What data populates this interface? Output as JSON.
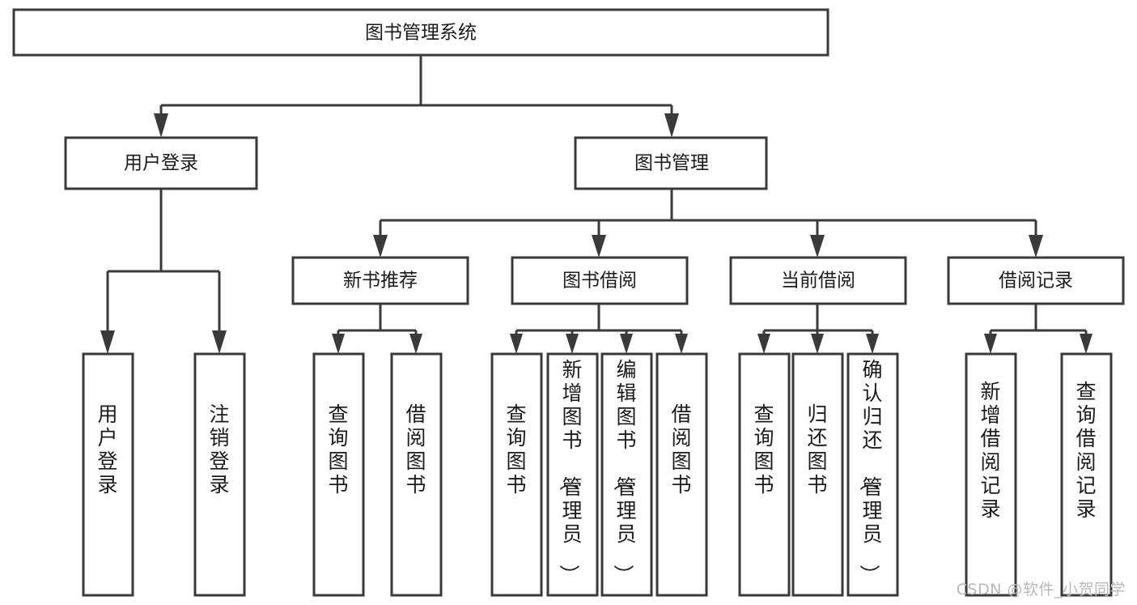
{
  "diagram": {
    "title": "图书管理系统",
    "type": "tree-hierarchy-chart",
    "watermark": "CSDN @软件_小贺同学",
    "root": {
      "id": "root",
      "label": "图书管理系统"
    },
    "level2": [
      {
        "id": "user-login",
        "label": "用户登录"
      },
      {
        "id": "book-management",
        "label": "图书管理"
      }
    ],
    "level3": [
      {
        "id": "new-book-recommend",
        "label": "新书推荐",
        "parent": "book-management"
      },
      {
        "id": "book-borrow",
        "label": "图书借阅",
        "parent": "book-management"
      },
      {
        "id": "current-borrow",
        "label": "当前借阅",
        "parent": "book-management"
      },
      {
        "id": "borrow-record",
        "label": "借阅记录",
        "parent": "book-management"
      }
    ],
    "leaves": [
      {
        "id": "leaf-user-login",
        "label": "用户登录",
        "parent": "user-login"
      },
      {
        "id": "leaf-logout-login",
        "label": "注销登录",
        "parent": "user-login"
      },
      {
        "id": "leaf-query-book-1",
        "label": "查询图书",
        "parent": "new-book-recommend"
      },
      {
        "id": "leaf-borrow-book-1",
        "label": "借阅图书",
        "parent": "new-book-recommend"
      },
      {
        "id": "leaf-query-book-2",
        "label": "查询图书",
        "parent": "book-borrow"
      },
      {
        "id": "leaf-add-book",
        "label": "新增图书（管理员）",
        "parent": "book-borrow"
      },
      {
        "id": "leaf-edit-book",
        "label": "编辑图书（管理员）",
        "parent": "book-borrow"
      },
      {
        "id": "leaf-borrow-book-2",
        "label": "借阅图书",
        "parent": "book-borrow"
      },
      {
        "id": "leaf-query-book-3",
        "label": "查询图书",
        "parent": "current-borrow"
      },
      {
        "id": "leaf-return-book",
        "label": "归还图书",
        "parent": "current-borrow"
      },
      {
        "id": "leaf-confirm-return",
        "label": "确认归还（管理员）",
        "parent": "current-borrow"
      },
      {
        "id": "leaf-add-record",
        "label": "新增借阅记录",
        "parent": "borrow-record"
      },
      {
        "id": "leaf-query-record",
        "label": "查询借阅记录",
        "parent": "borrow-record"
      }
    ],
    "colors": {
      "stroke": "#3a3a3a",
      "fill": "#ffffff",
      "text": "#1b1b1b",
      "watermark": "#b9b9b9"
    }
  }
}
